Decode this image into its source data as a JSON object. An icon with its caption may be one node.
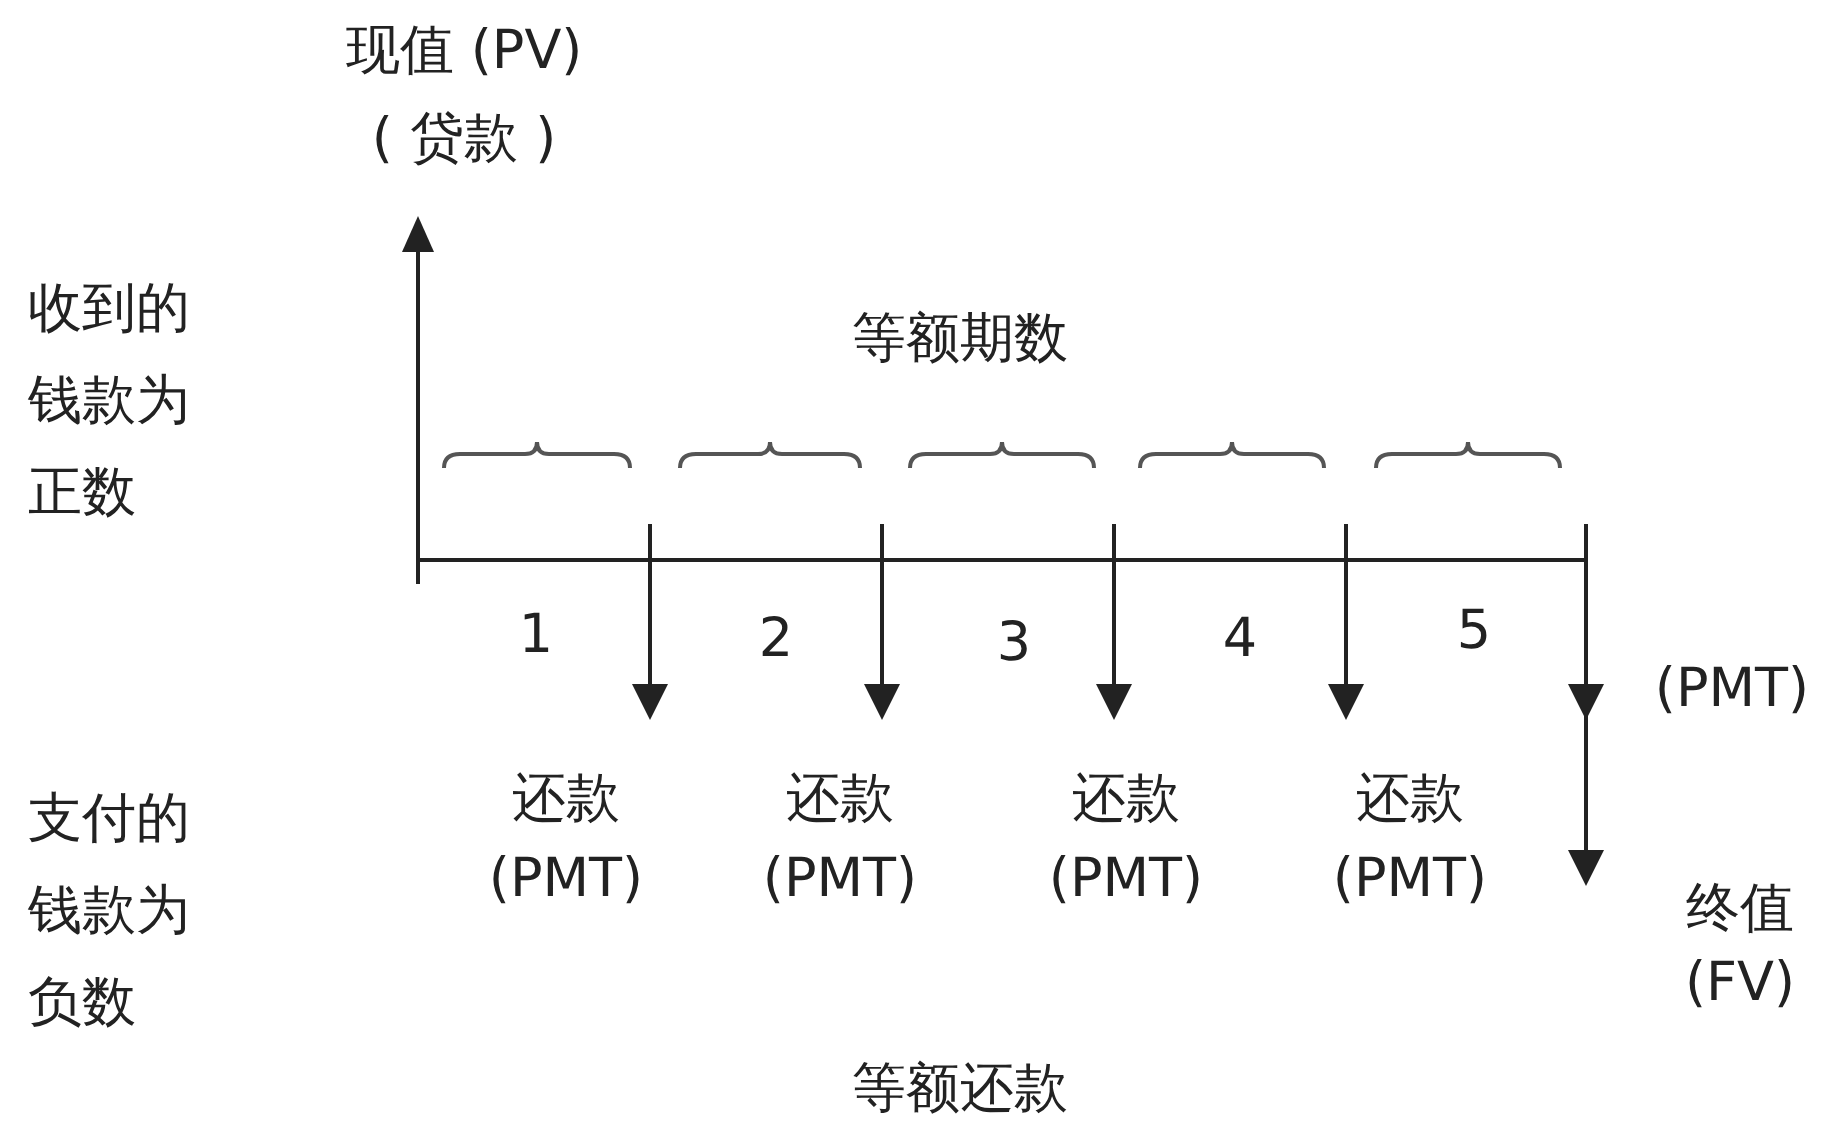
{
  "diagram": {
    "labels": [
      "现值 (PV)",
      "( 贷款 )",
      "收到的钱款为正数",
      "等额期数",
      "1",
      "2",
      "3",
      "4",
      "5",
      "(PMT)",
      "还款",
      "(PMT)",
      "还款",
      "(PMT)",
      "还款",
      "(PMT)",
      "还款",
      "(PMT)",
      "支付的钱款为负数",
      "终值",
      "(FV)",
      "等额还款"
    ]
  }
}
